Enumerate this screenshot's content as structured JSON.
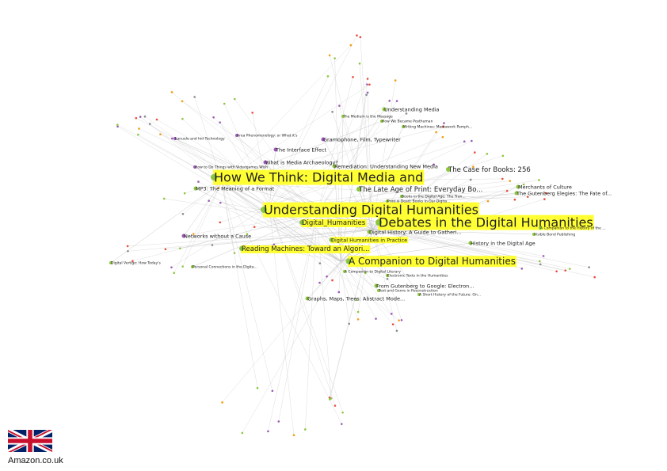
{
  "network": {
    "nodes": [
      {
        "id": "hwt",
        "label": "How We Think: Digital Media and",
        "level": "major",
        "highlight": true,
        "color": "#8cc63f"
      },
      {
        "id": "udh",
        "label": "Understanding Digital Humanities",
        "level": "major",
        "highlight": true,
        "color": "#8cc63f"
      },
      {
        "id": "ddh",
        "label": "Debates in the Digital Humanities",
        "level": "major",
        "highlight": true,
        "color": "#8cc63f"
      },
      {
        "id": "cdh",
        "label": "A Companion to Digital Humanities",
        "level": "large",
        "highlight": true,
        "color": "#8cc63f"
      },
      {
        "id": "rm",
        "label": "Reading Machines: Toward an Algori...",
        "level": "medium",
        "highlight": true,
        "color": "#8cc63f"
      },
      {
        "id": "dhu",
        "label": "Digital_Humanities",
        "level": "medium",
        "highlight": true,
        "color": "#8cc63f"
      },
      {
        "id": "dhp",
        "label": "Digital Humanities in Practice",
        "level": "small",
        "highlight": true,
        "color": "#8cc63f"
      },
      {
        "id": "cfb",
        "label": "The Case for Books: 256",
        "level": "medium",
        "highlight": false,
        "color": "#8cc63f"
      },
      {
        "id": "lap",
        "label": "The Late Age of Print: Everyday Bo...",
        "level": "medium",
        "highlight": false,
        "color": "#8cc63f"
      },
      {
        "id": "mp3",
        "label": "MP3: The Meaning of a Format",
        "level": "small",
        "highlight": false,
        "color": "#8cc63f"
      },
      {
        "id": "gft",
        "label": "Gramophone, Film, Typewriter",
        "level": "small",
        "highlight": false,
        "color": "#9b59b6"
      },
      {
        "id": "rem",
        "label": "Remediation: Understanding New Media",
        "level": "small",
        "highlight": false,
        "color": "#8cc63f"
      },
      {
        "id": "moc",
        "label": "Merchants of Culture",
        "level": "small",
        "highlight": false,
        "color": "#8cc63f"
      },
      {
        "id": "ge",
        "label": "The Gutenberg Elegies: The Fate of...",
        "level": "small",
        "highlight": false,
        "color": "#8cc63f"
      },
      {
        "id": "gmt",
        "label": "Graphs, Maps, Trees: Abstract Mode...",
        "level": "small",
        "highlight": false,
        "color": "#8cc63f"
      },
      {
        "id": "fgg",
        "label": "From Gutenberg to Google: Electron...",
        "level": "small",
        "highlight": false,
        "color": "#8cc63f"
      },
      {
        "id": "nwc",
        "label": "Networks without a Cause",
        "level": "small",
        "highlight": false,
        "color": "#9b59b6"
      },
      {
        "id": "dhist",
        "label": "Digital History: A Guide to Gatheri...",
        "level": "small",
        "highlight": false,
        "color": "#8cc63f"
      },
      {
        "id": "hda",
        "label": "History in the Digital Age",
        "level": "small",
        "highlight": false,
        "color": "#8cc63f"
      },
      {
        "id": "wma",
        "label": "What is Media Archaeology?",
        "level": "small",
        "highlight": false,
        "color": "#9b59b6"
      },
      {
        "id": "tie",
        "label": "The Interface Effect",
        "level": "small",
        "highlight": false,
        "color": "#9b59b6"
      },
      {
        "id": "ume",
        "label": "Understanding Media",
        "level": "small",
        "highlight": false,
        "color": "#8cc63f"
      },
      {
        "id": "mim",
        "label": "The Medium is the Massage",
        "level": "tiny",
        "highlight": false,
        "color": "#8cc63f"
      },
      {
        "id": "hwbp",
        "label": "How We Became Posthuman",
        "level": "tiny",
        "highlight": false,
        "color": "#8cc63f"
      },
      {
        "id": "aor",
        "label": "Area Phenomenology: or What it's",
        "level": "tiny",
        "highlight": false,
        "color": "#9b59b6"
      },
      {
        "id": "lsr",
        "label": "Lanuele and hid Technology",
        "level": "tiny",
        "highlight": false,
        "color": "#9b59b6"
      },
      {
        "id": "pid",
        "label": "Print is Dead: Books in Our Digita...",
        "level": "tiny",
        "highlight": false,
        "color": "#8cc63f"
      },
      {
        "id": "bda",
        "label": "Books in the Digital Age: The Tran...",
        "level": "tiny",
        "highlight": false,
        "color": "#8cc63f"
      },
      {
        "id": "hbb",
        "label": "How to Do Things with Videogames Wish",
        "level": "tiny",
        "highlight": false,
        "color": "#9b59b6"
      },
      {
        "id": "dvh",
        "label": "Digital Vertigo: How Today's",
        "level": "tiny",
        "highlight": false,
        "color": "#8cc63f"
      },
      {
        "id": "pca",
        "label": "Personal Connections in the Digita...",
        "level": "tiny",
        "highlight": false,
        "color": "#8cc63f"
      },
      {
        "id": "ctdh",
        "label": "A Companion to Digital Literary",
        "level": "tiny",
        "highlight": false,
        "color": "#8cc63f"
      },
      {
        "id": "etdh",
        "label": "Electronic Texts in the Humanities",
        "level": "tiny",
        "highlight": false,
        "color": "#8cc63f"
      },
      {
        "id": "tdg",
        "label": "Text and Genre in Reconstruction",
        "level": "tiny",
        "highlight": false,
        "color": "#8cc63f"
      },
      {
        "id": "ahbf",
        "label": "A Short History of the Future: On...",
        "level": "tiny",
        "highlight": false,
        "color": "#8cc63f"
      },
      {
        "id": "vbp",
        "label": "Visible Bond Publishing",
        "level": "tiny",
        "highlight": false,
        "color": "#8cc63f"
      },
      {
        "id": "agdh",
        "label": "A Companion to the History of the ...",
        "level": "tiny",
        "highlight": false,
        "color": "#8cc63f"
      },
      {
        "id": "wcd",
        "label": "Writing Machines: Mediawork Pamph...",
        "level": "tiny",
        "highlight": false,
        "color": "#8cc63f"
      }
    ]
  },
  "branding": {
    "flag_name": "uk-flag-icon",
    "store_name": "Amazon.co.uk"
  }
}
